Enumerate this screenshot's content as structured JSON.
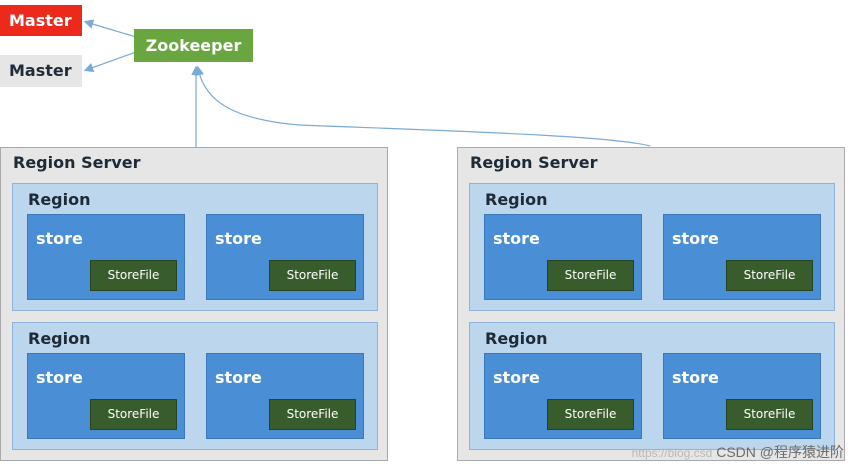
{
  "masters": [
    {
      "label": "Master",
      "state": "active",
      "color": "#ec2a1c"
    },
    {
      "label": "Master",
      "state": "standby",
      "color": "#e6e6e6"
    }
  ],
  "zookeeper": {
    "label": "Zookeeper",
    "color": "#6aa640"
  },
  "region_servers": [
    {
      "title": "Region Server",
      "regions": [
        {
          "title": "Region",
          "stores": [
            {
              "label": "store",
              "file": "StoreFile"
            },
            {
              "label": "store",
              "file": "StoreFile"
            }
          ]
        },
        {
          "title": "Region",
          "stores": [
            {
              "label": "store",
              "file": "StoreFile"
            },
            {
              "label": "store",
              "file": "StoreFile"
            }
          ]
        }
      ]
    },
    {
      "title": "Region Server",
      "regions": [
        {
          "title": "Region",
          "stores": [
            {
              "label": "store",
              "file": "StoreFile"
            },
            {
              "label": "store",
              "file": "StoreFile"
            }
          ]
        },
        {
          "title": "Region",
          "stores": [
            {
              "label": "store",
              "file": "StoreFile"
            },
            {
              "label": "store",
              "file": "StoreFile"
            }
          ]
        }
      ]
    }
  ],
  "watermark": {
    "url": "https://blog.csd",
    "text": "CSDN @程序猿进阶"
  },
  "colors": {
    "region_server_bg": "#e6e6e6",
    "region_bg": "#bcd6ee",
    "store_bg": "#4a8fd6",
    "storefile_bg": "#385c2b",
    "connector": "#7aaad6"
  }
}
